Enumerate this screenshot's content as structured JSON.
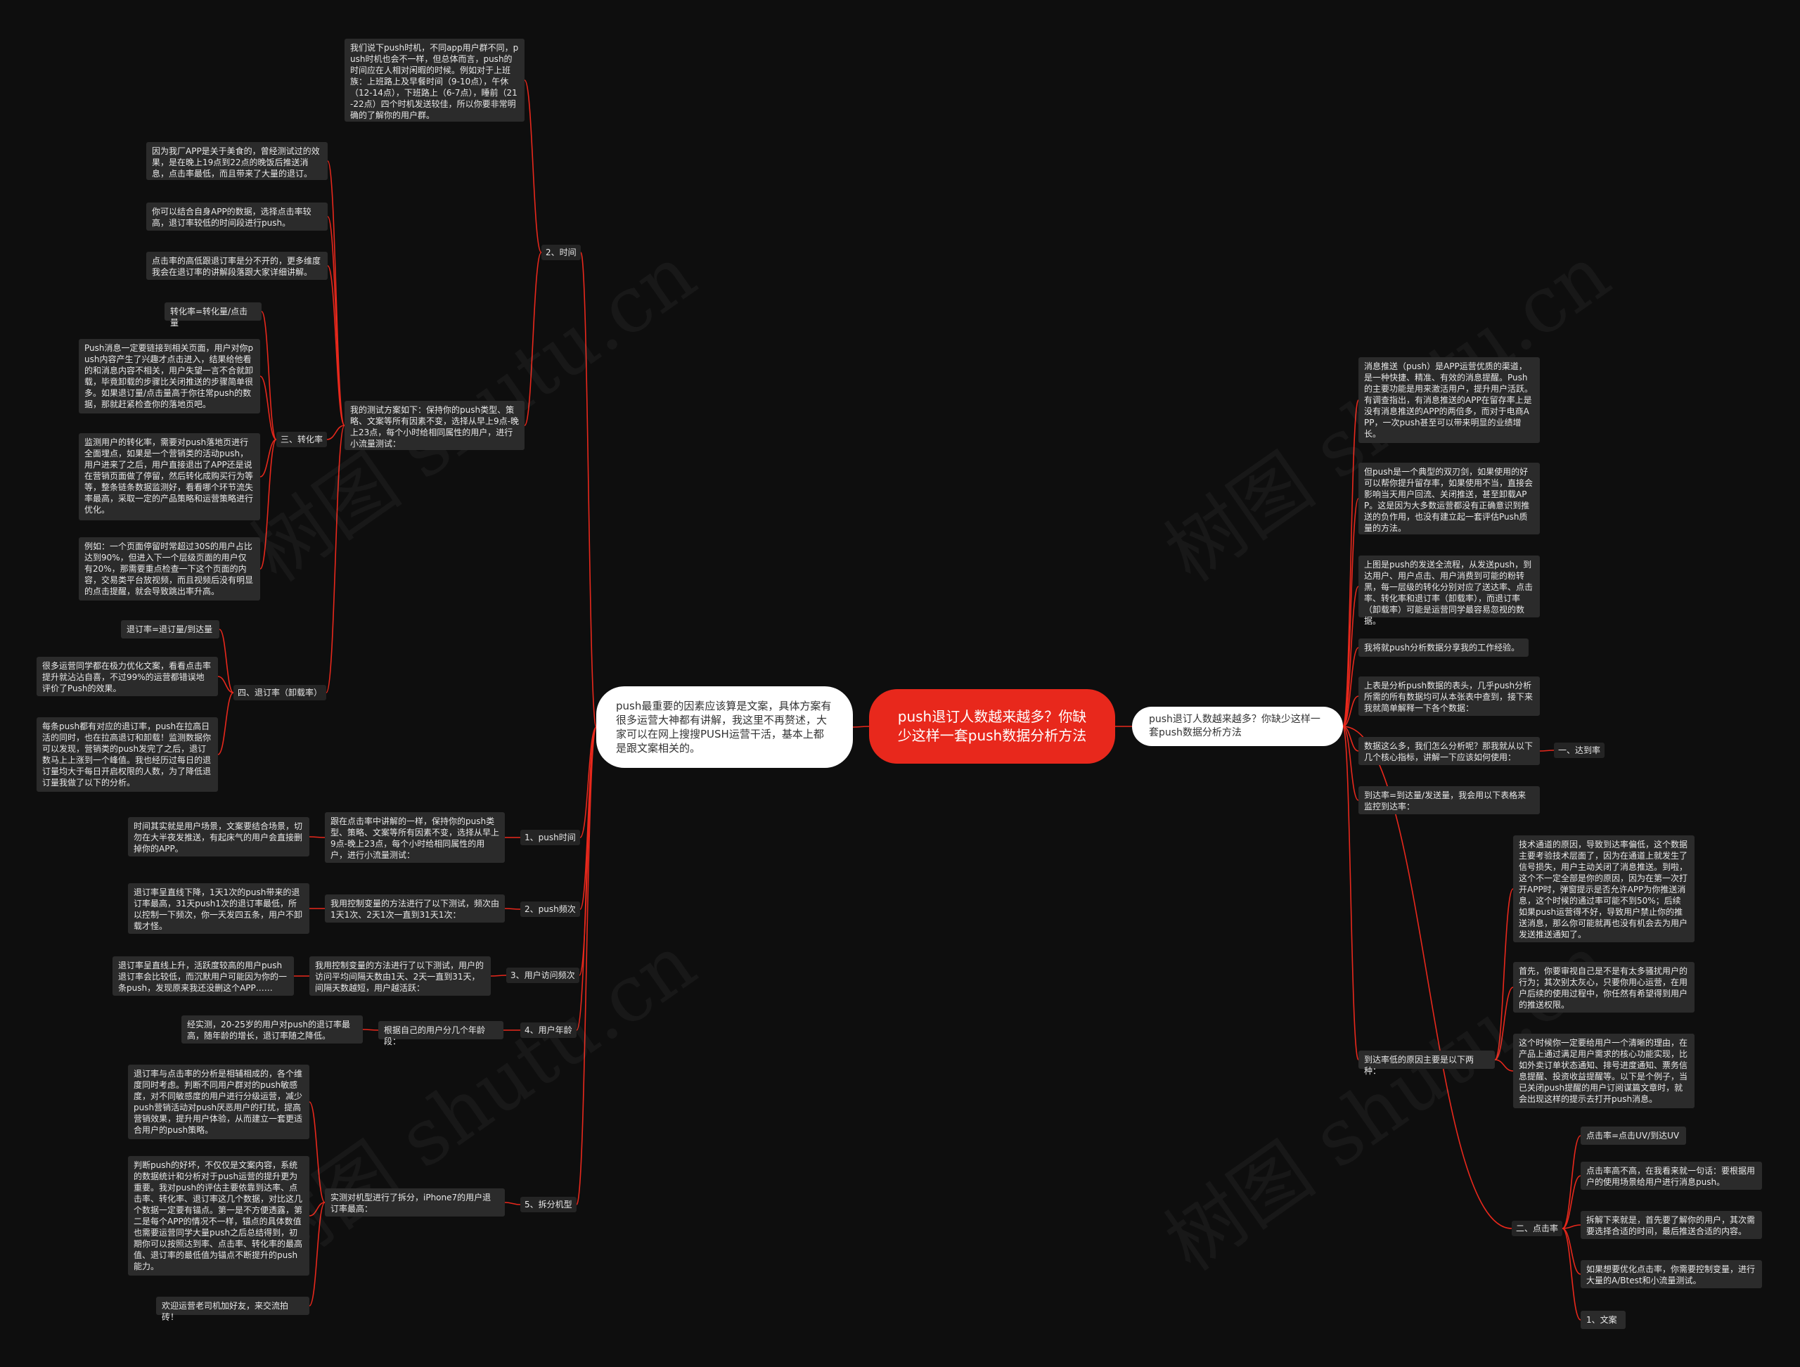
{
  "root": {
    "title": "push退订人数越来越多？你缺少这样一套push数据分析方法"
  },
  "left_hub": {
    "text": "push最重要的因素应该算是文案，具体方案有很多运营大神都有讲解，我这里不再赘述，大家可以在网上搜搜PUSH运营干活，基本上都是跟文案相关的。"
  },
  "right_hub": {
    "text": "push退订人数越来越多？你缺少这样一套push数据分析方法"
  },
  "left_top": {
    "time_label": "2、时间",
    "time_intro": "我们说下push时机，不同app用户群不同，push时机也会不一样，但总体而言，push的时间应在人相对闲暇的时候。例如对于上班族：上班路上及早餐时间（9-10点），午休（12-14点），下班路上（6-7点），睡前（21-22点）四个时机发送较佳，所以你要非常明确的了解你的用户群。",
    "time_food": "因为我厂APP是关于美食的，曾经测试过的效果，是在晚上19点到22点的晚饭后推送消息，点击率最低，而且带来了大量的退订。",
    "time_combine": "你可以结合自身APP的数据，选择点击率较高，退订率较低的时间段进行push。",
    "time_ctr": "点击率的高低跟退订率是分不开的，更多维度我会在退订率的讲解段落跟大家详细讲解。",
    "test_plan": "我的测试方案如下：保持你的push类型、策略、文案等所有因素不变，选择从早上9点-晚上23点，每个小时给相同属性的用户，进行小流量测试：",
    "conv_label": "三、转化率",
    "conv_formula": "转化率=转化量/点击量",
    "conv_landing": "Push消息一定要链接到相关页面，用户对你push内容产生了兴趣才点击进入，结果给他看的和消息内容不相关，用户失望一言不合就卸载，毕竟卸载的步骤比关闭推送的步骤简单很多。如果退订量/点击量高于你往常push的数据，那就赶紧检查你的落地页吧。",
    "conv_monitor": "监测用户的转化率，需要对push落地页进行全面埋点，如果是一个营销类的活动push，用户进来了之后，用户直接退出了APP还是说在营销页面做了停留，然后转化成购买行为等等，整条链条数据监测好，看看哪个环节流失率最高，采取一定的产品策略和运营策略进行优化。",
    "conv_example": "例如：一个页面停留时常超过30S的用户占比达到90%，但进入下一个层级页面的用户仅有20%，那需要重点检查一下这个页面的内容，交易类平台放视频，而且视频后没有明显的点击提醒，就会导致跳出率升高。",
    "unsub_label": "四、退订率（卸载率）",
    "unsub_formula": "退订率=退订量/到达量",
    "unsub_ignore": "很多运营同学都在极力优化文案，看看点击率提升就沾沾自喜，不过99%的运营都错误地评价了Push的效果。",
    "unsub_fluct": "每条push都有对应的退订率，push在拉高日活的同时，也在拉高退订和卸载！监测数据你可以发现，营销类的push发完了之后，退订数马上上涨到一个峰值。我也经历过每日的退订量均大于每日开启权限的人数，为了降低退订量我做了以下的分析。"
  },
  "left_bottom": {
    "b1_label": "1、push时间",
    "b1_mid": "跟在点击率中讲解的一样，保持你的push类型、策略、文案等所有因素不变，选择从早上9点-晚上23点，每个小时给相同属性的用户，进行小流量测试：",
    "b1_leaf": "时间其实就是用户场景，文案要结合场景，切勿在大半夜发推送，有起床气的用户会直接删掉你的APP。",
    "b2_label": "2、push频次",
    "b2_mid": "我用控制变量的方法进行了以下测试，频次由1天1次、2天1次一直到31天1次：",
    "b2_leaf": "退订率呈直线下降，1天1次的push带来的退订率最高，31天push1次的退订率最低，所以控制一下频次，你一天发四五条，用户不卸载才怪。",
    "b3_label": "3、用户访问频次",
    "b3_mid": "我用控制变量的方法进行了以下测试，用户的访问平均间隔天数由1天、2天一直到31天，间隔天数越短，用户越活跃：",
    "b3_leaf": "退订率呈直线上升，活跃度较高的用户push退订率会比较低，而沉默用户可能因为你的一条push，发现原来我还没删这个APP……",
    "b4_label": "4、用户年龄",
    "b4_mid": "根据自己的用户分几个年龄段：",
    "b4_leaf": "经实测，20-25岁的用户对push的退订率最高，随年龄的增长，退订率随之降低。",
    "b5_label": "5、拆分机型",
    "b5_mid": "实测对机型进行了拆分，iPhone7的用户退订率最高：",
    "b5_leaf1": "退订率与点击率的分析是相辅相成的，各个维度同时考虑。判断不同用户群对的push敏感度，对不同敏感度的用户进行分级运营，减少push营销活动对push厌恶用户的打扰，提高营销效果，提升用户体验，从而建立一套更适合用户的push策略。",
    "b5_leaf2": "判断push的好坏，不仅仅是文案内容，系统的数据统计和分析对于push运营的提升更为重要。我对push的评估主要依靠到达率、点击率、转化率、退订率这几个数据，对比这几个数据一定要有锚点。第一是不方便透露，第二是每个APP的情况不一样，锚点的具体数值也需要运营同学大量push之后总结得到，初期你可以按照达到率、点击率、转化率的最高值、退订率的最低值为锚点不断提升的push能力。",
    "b5_leaf3": "欢迎运营老司机加好友，来交流拍砖！"
  },
  "right": {
    "r1": "消息推送（push）是APP运营优质的渠道，是一种快捷、精准、有效的消息提醒。Push的主要功能是用来激活用户，提升用户活跃。有调查指出，有消息推送的APP在留存率上是没有消息推送的APP的两倍多，而对于电商APP，一次push甚至可以带来明显的业绩增长。",
    "r2": "但push是一个典型的双刃剑，如果使用的好可以帮你提升留存率，如果使用不当，直接会影响当天用户回流、关闭推送，甚至卸载APP。这是因为大多数运营都没有正确意识到推送的负作用，也没有建立起一套评估Push质量的方法。",
    "r3": "上图是push的发送全流程，从发送push，到达用户、用户点击、用户消费到可能的粉转黑，每一层级的转化分别对应了送达率、点击率、转化率和退订率（卸载率），而退订率（卸载率）可能是运营同学最容易忽视的数据。",
    "r4": "我将就push分析数据分享我的工作经验。",
    "r5": "上表是分析push数据的表头，几乎push分析所需的所有数据均可从本张表中查到，接下来我就简单解释一下各个数据：",
    "r6": "数据这么多，我们怎么分析呢？那我就从以下几个核心指标，讲解一下应该如何使用：",
    "r6_child": "一、达到率",
    "r7": "到达率=到达量/发送量，我会用以下表格来监控到达率：",
    "r8": "到达率低的原因主要是以下两种：",
    "r8_a": "技术通道的原因，导致到达率偏低，这个数据主要考验技术层面了，因为在通道上就发生了信号损失，用户主动关闭了消息推送。到啦，这个不一定全部是你的原因，因为在第一次打开APP时，弹窗提示是否允许APP为你推送消息，这个时候的通过率可能不到50%；后续如果push运营得不好，导致用户禁止你的推送消息，那么你可能就再也没有机会去为用户发送推送通知了。",
    "r8_b": "首先，你要审视自己是不是有太多骚扰用户的行为；其次别太灰心，只要你用心运营，在用户后续的使用过程中，你任然有希望得到用户的推送权限。",
    "r8_c": "这个时候你一定要给用户一个清晰的理由，在产品上通过满足用户需求的核心功能实现，比如外卖订单状态通知、排号进度通知、票务信息提醒、投资收益提醒等。以下是个例子，当已关闭push提醒的用户订阅谋篇文章时，就会出现这样的提示去打开push消息。",
    "ctr_label": "二、点击率",
    "ctr_formula": "点击率=点击UV/到达UV",
    "ctr_high": "点击率高不高，在我看来就一句话：要根据用户的使用场景给用户进行消息push。",
    "ctr_split": "拆解下来就是，首先要了解你的用户，其次需要选择合适的时间，最后推送合适的内容。",
    "ctr_opt": "如果想要优化点击率，你需要控制变量，进行大量的A/Btest和小流量测试。",
    "ctr_copy": "1、文案"
  },
  "watermark": "树图 shutu.cn",
  "colors": {
    "line": "#e8281c",
    "root": "#e8281c",
    "node_bg": "#2b2b2b",
    "bg": "#0e0e0e"
  }
}
